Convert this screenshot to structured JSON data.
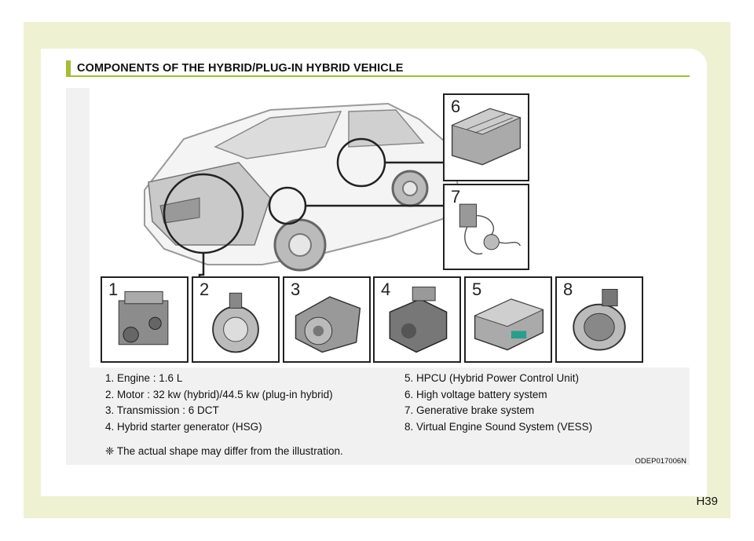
{
  "header": {
    "title": "COMPONENTS OF THE HYBRID/PLUG-IN HYBRID VEHICLE"
  },
  "callouts": [
    {
      "number": "6",
      "icon": "battery-pack-icon"
    },
    {
      "number": "7",
      "icon": "brake-system-icon"
    },
    {
      "number": "1",
      "icon": "engine-icon"
    },
    {
      "number": "2",
      "icon": "motor-icon"
    },
    {
      "number": "3",
      "icon": "transmission-icon"
    },
    {
      "number": "4",
      "icon": "starter-generator-icon"
    },
    {
      "number": "5",
      "icon": "control-unit-icon"
    },
    {
      "number": "8",
      "icon": "speaker-icon"
    }
  ],
  "legend": {
    "left": [
      "1. Engine : 1.6 L",
      "2. Motor : 32 kw (hybrid)/44.5 kw (plug-in hybrid)",
      "3. Transmission : 6 DCT",
      "4. Hybrid starter generator (HSG)"
    ],
    "right": [
      "5. HPCU (Hybrid Power Control Unit)",
      "6. High voltage battery system",
      "7. Generative brake system",
      "8. Virtual Engine Sound System (VESS)"
    ]
  },
  "note": "❈ The actual shape may differ from the illustration.",
  "figure_code": "ODEP017006N",
  "page_number": "H39",
  "colors": {
    "accent": "#a2bf35",
    "frame": "#eef2d3"
  }
}
